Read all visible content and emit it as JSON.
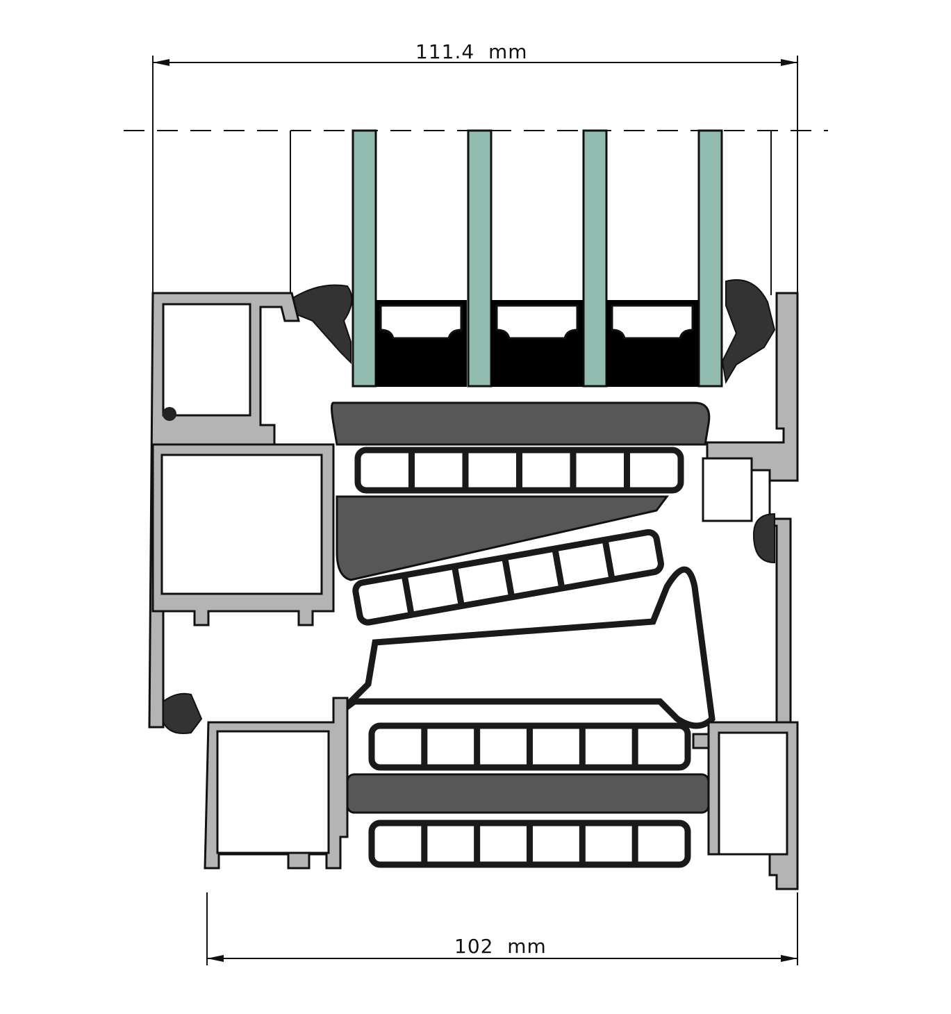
{
  "dimensions": {
    "top_width": "111.4  mm",
    "bottom_width": "102  mm"
  },
  "colors": {
    "glass": "#93bcb0",
    "aluminium": "#b4b4b4",
    "gasket": "#333333",
    "insulation_foam": "#575757",
    "outline": "#111111"
  },
  "glazing": {
    "panes": 4
  }
}
